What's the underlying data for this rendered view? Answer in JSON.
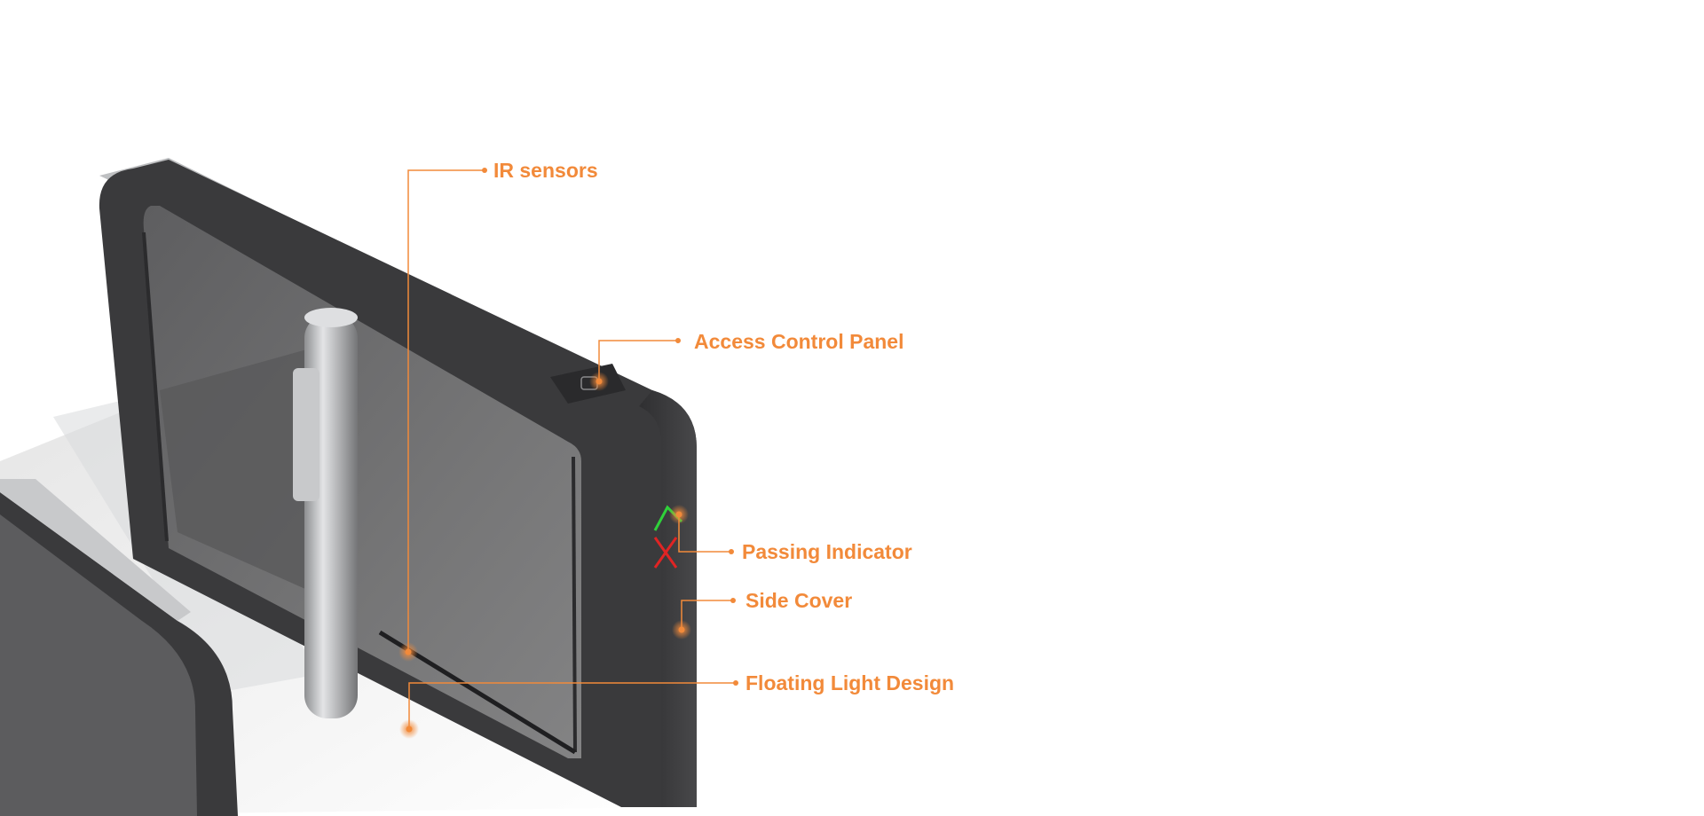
{
  "colors": {
    "accent": "#f28a3a",
    "indicator_pass": "#2fd13a",
    "indicator_stop": "#e02424",
    "frame": "#3a3a3c",
    "panel": "#6f6f70",
    "chrome": "#b9babc",
    "floor": "#f0f0f0"
  },
  "callouts": [
    {
      "id": "ir-sensors",
      "label": "IR sensors"
    },
    {
      "id": "access-control-panel",
      "label": "Access Control Panel"
    },
    {
      "id": "passing-indicator",
      "label": "Passing Indicator"
    },
    {
      "id": "side-cover",
      "label": "Side Cover"
    },
    {
      "id": "floating-light-design",
      "label": "Floating Light Design"
    }
  ],
  "indicators": {
    "pass_icon": "check-chevron-icon",
    "stop_icon": "cross-icon"
  }
}
